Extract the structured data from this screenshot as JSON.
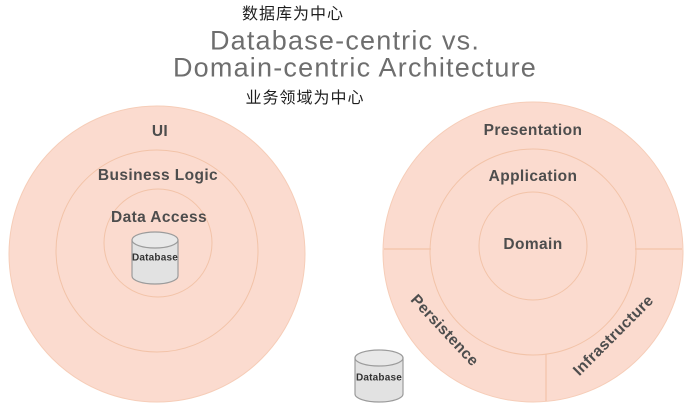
{
  "annotations": {
    "database_centric_zh": "数据库为中心",
    "domain_centric_zh": "业务领域为中心"
  },
  "title": {
    "line1": "Database-centric vs.",
    "line2": "Domain-centric Architecture"
  },
  "left_diagram": {
    "rings": {
      "outer": "UI",
      "middle": "Business Logic",
      "inner": "Data Access"
    },
    "database_label": "Database"
  },
  "right_diagram": {
    "rings": {
      "outer": "Presentation",
      "middle": "Application",
      "inner": "Domain"
    },
    "outer_segments": {
      "bottom_left": "Persistence",
      "bottom_right": "Infrastructure"
    },
    "database_label": "Database"
  },
  "colors": {
    "circle_fill": "#fbdbcf",
    "ring_stroke": "#f2c3a8",
    "label_text": "#4d4d4d",
    "title_text": "#6e6e6e",
    "cylinder_fill": "#e2e2e2",
    "cylinder_stroke": "#9b9b9b"
  }
}
